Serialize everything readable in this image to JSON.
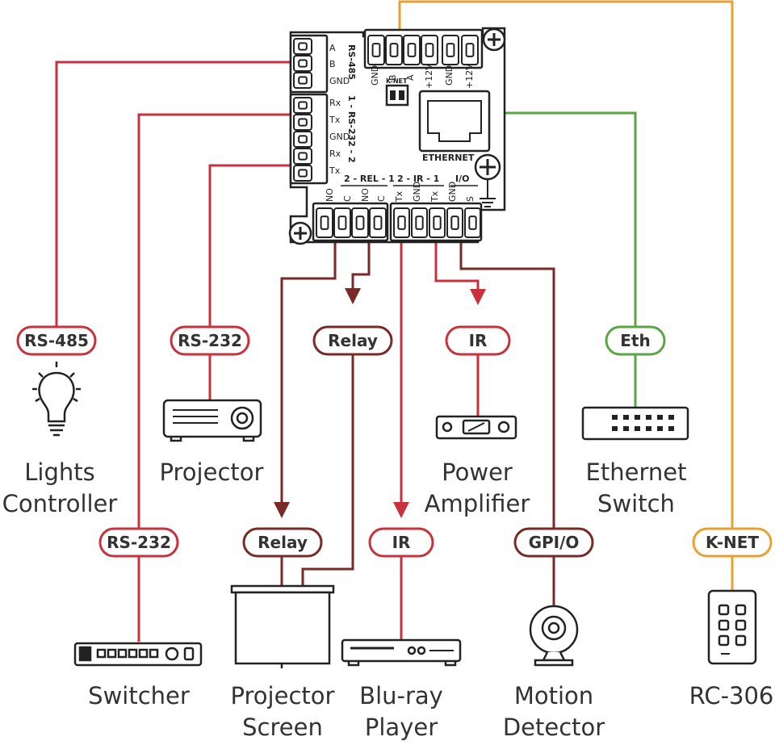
{
  "colors": {
    "rs485": "#c8323c",
    "rs232": "#c8323c",
    "relay": "#7a2a26",
    "ir": "#c8323c",
    "gpio": "#7a2a26",
    "eth": "#5aa545",
    "knet": "#e9a030",
    "outline": "#222222",
    "text": "#333333"
  },
  "controller": {
    "left_pins": [
      "A",
      "B",
      "GND",
      "Rx",
      "Tx",
      "GND",
      "Rx",
      "Tx"
    ],
    "rs485_label": "RS-485",
    "rs232_label": "1 - RS-232 - 2",
    "top_pins": [
      "GND",
      "B",
      "A",
      "+12V",
      "GND",
      "+12V"
    ],
    "knet_label": "K-NET",
    "ethernet_label": "ETHERNET",
    "bottom_groups": [
      "2 - REL - 1",
      "2 - IR - 1",
      "I/O"
    ],
    "bottom_pins": [
      "NO",
      "C",
      "NO",
      "C",
      "Tx",
      "GND",
      "Tx",
      "GND",
      "S"
    ]
  },
  "tags": {
    "rs485": "RS-485",
    "rs232_projector": "RS-232",
    "relay_top": "Relay",
    "ir_top": "IR",
    "eth": "Eth",
    "rs232_switcher": "RS-232",
    "relay_bottom": "Relay",
    "ir_bottom": "IR",
    "gpio": "GPI/O",
    "knet": "K-NET"
  },
  "devices": {
    "lights_controller": [
      "Lights",
      "Controller"
    ],
    "projector": [
      "Projector"
    ],
    "power_amplifier": [
      "Power",
      "Amplifier"
    ],
    "ethernet_switch": [
      "Ethernet",
      "Switch"
    ],
    "switcher": [
      "Switcher"
    ],
    "projector_screen": [
      "Projector",
      "Screen"
    ],
    "bluray_player": [
      "Blu-ray",
      "Player"
    ],
    "motion_detector": [
      "Motion",
      "Detector"
    ],
    "rc306": [
      "RC-306"
    ]
  }
}
